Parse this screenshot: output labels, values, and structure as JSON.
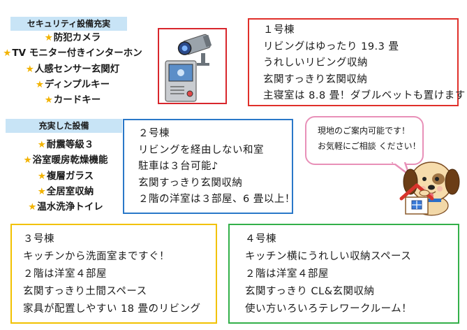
{
  "security": {
    "tag": "セキュリティ設備充実",
    "items": [
      "★防犯カメラ",
      "★TV モニター付きインターホン",
      "★人感センサー玄関灯",
      "★ディンプルキー",
      "★カードキー"
    ]
  },
  "equipment": {
    "tag": "充実した設備",
    "items": [
      "★耐震等級３",
      "★浴室暖房乾燥機能",
      "★複層ガラス",
      "★全居室収納",
      "★温水洗浄トイレ"
    ]
  },
  "building1": {
    "lines": [
      "１号棟",
      "リビングはゆったり 19.3 畳",
      "うれしいリビング収納",
      "玄関すっきり玄関収納",
      "主寝室は 8.8 畳！ダブルベットも置けます"
    ]
  },
  "building2": {
    "lines": [
      "２号棟",
      "リビングを経由しない和室",
      "駐車は３台可能♪",
      "玄関すっきり玄関収納",
      "２階の洋室は３部屋、6 畳以上！"
    ]
  },
  "building3": {
    "lines": [
      "３号棟",
      "キッチンから洗面室まですぐ！",
      "２階は洋室４部屋",
      "玄関すっきり土間スペース",
      "家具が配置しやすい 18 畳のリビング"
    ]
  },
  "building4": {
    "lines": [
      "４号棟",
      "キッチン横にうれしい収納スペース",
      "２階は洋室４部屋",
      "玄関すっきり CL&玄関収納",
      "使い方いろいろテレワークルーム！"
    ]
  },
  "bubble": {
    "lines": [
      "現地のご案内可能です！",
      "お気軽にご相談 ください！"
    ]
  },
  "colors": {
    "tag_bg": "#c8e4f6",
    "star": "#f2b300",
    "building1_border": "#e0302a",
    "building2_border": "#2a78c8",
    "building3_border": "#f2c200",
    "building4_border": "#33b04a",
    "bubble_border": "#e890b8"
  },
  "icons": [
    "security-camera-icon",
    "intercom-icon",
    "dog-mascot-icon",
    "house-icon"
  ]
}
